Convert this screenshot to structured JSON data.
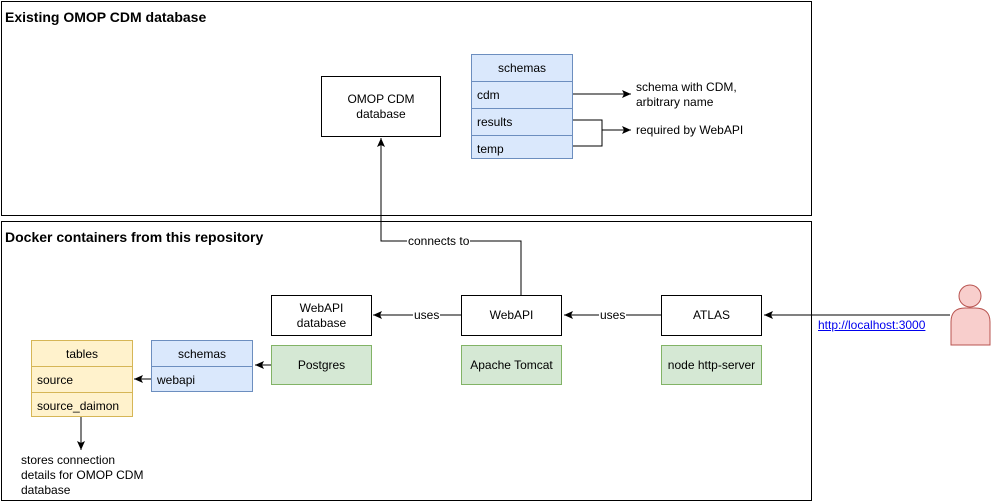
{
  "groups": {
    "existing": {
      "title": "Existing OMOP CDM database"
    },
    "docker": {
      "title": "Docker containers from this repository"
    }
  },
  "existing": {
    "omop_db_label": "OMOP CDM database",
    "schemas_title": "schemas",
    "schema_rows": [
      "cdm",
      "results",
      "temp"
    ],
    "note_cdm": "schema with CDM, arbitrary name",
    "note_required": "required by WebAPI"
  },
  "docker": {
    "webapi_db_label": "WebAPI database",
    "postgres_label": "Postgres",
    "webapi_label": "WebAPI",
    "tomcat_label": "Apache Tomcat",
    "atlas_label": "ATLAS",
    "http_server_label": "node http-server",
    "schemas_title": "schemas",
    "schema_rows": [
      "webapi"
    ],
    "tables_title": "tables",
    "table_rows": [
      "source",
      "source_daimon"
    ],
    "tables_note": "stores connection details for OMOP CDM database"
  },
  "edges": {
    "connects_to": "connects to",
    "uses_1": "uses",
    "uses_2": "uses",
    "url": "http://localhost:3000"
  },
  "colors": {
    "green_fill": "#d5e8d4",
    "green_stroke": "#82b366",
    "blue_fill": "#dae8fc",
    "blue_stroke": "#6c8ebf",
    "yellow_fill": "#fff2cc",
    "yellow_stroke": "#d6b656",
    "user_fill": "#f8cecc",
    "user_stroke": "#b85450"
  },
  "icons": {
    "user": "person-icon"
  }
}
